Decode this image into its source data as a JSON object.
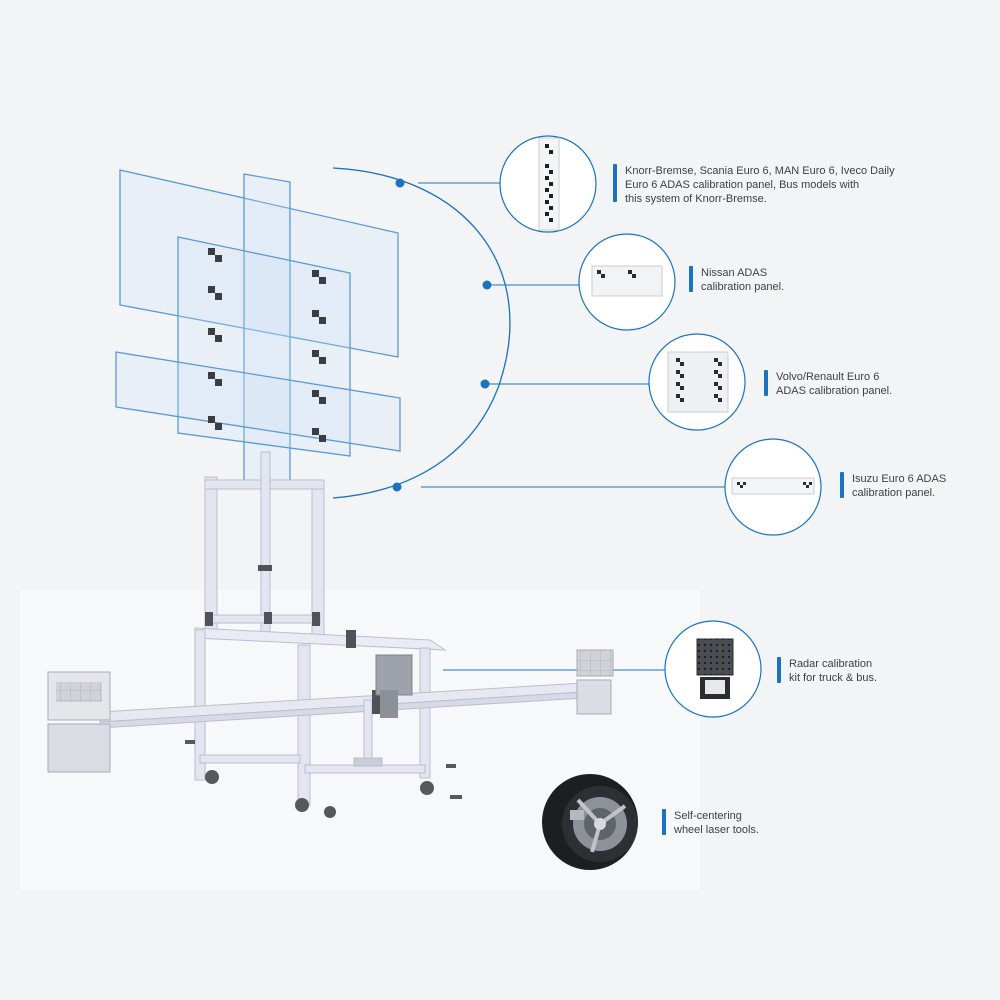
{
  "colors": {
    "accent": "#1a73c0",
    "background": "#f3f4f6",
    "caption_text": "#3a3f4a",
    "frame": "#dfe3ee"
  },
  "callouts": [
    {
      "id": "knorr-bremse",
      "icon": "tall-checker-panel-icon",
      "text": "Knorr-Bremse, Scania Euro 6, MAN Euro 6, Iveco Daily\nEuro 6 ADAS calibration panel, Bus models with\nthis system of Knorr-Bremse."
    },
    {
      "id": "nissan",
      "icon": "nissan-panel-icon",
      "text": "Nissan ADAS\ncalibration panel."
    },
    {
      "id": "volvo-renault",
      "icon": "volvo-renault-panel-icon",
      "text": "Volvo/Renault Euro 6\nADAS calibration panel."
    },
    {
      "id": "isuzu",
      "icon": "isuzu-panel-icon",
      "text": "Isuzu Euro 6 ADAS\ncalibration panel."
    },
    {
      "id": "radar",
      "icon": "radar-reflector-icon",
      "text": "Radar calibration\nkit for truck & bus."
    },
    {
      "id": "wheel-laser",
      "icon": "wheel-clamp-icon",
      "text": "Self-centering\nwheel laser tools."
    }
  ]
}
